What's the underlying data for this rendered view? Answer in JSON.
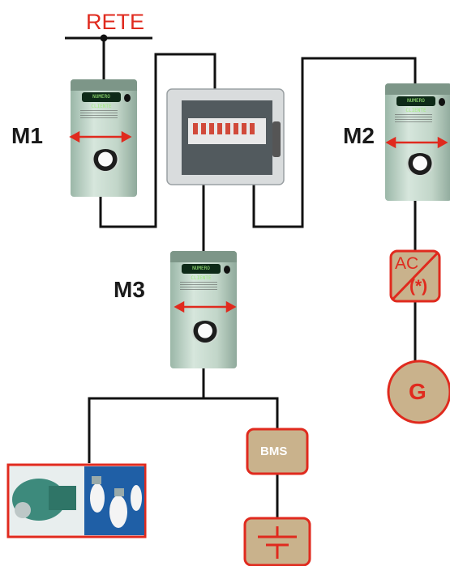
{
  "labels": {
    "rete": "RETE",
    "m1": "M1",
    "m2": "M2",
    "m3": "M3",
    "inverter_ac": "AC",
    "inverter_note": "(*)",
    "generator": "G",
    "bms": "BMS"
  },
  "meter_display_text": "NUMERO CLIENTE",
  "colors": {
    "accent_red": "#e02a1e",
    "box_fill": "#c9b28c",
    "line": "#111111"
  }
}
